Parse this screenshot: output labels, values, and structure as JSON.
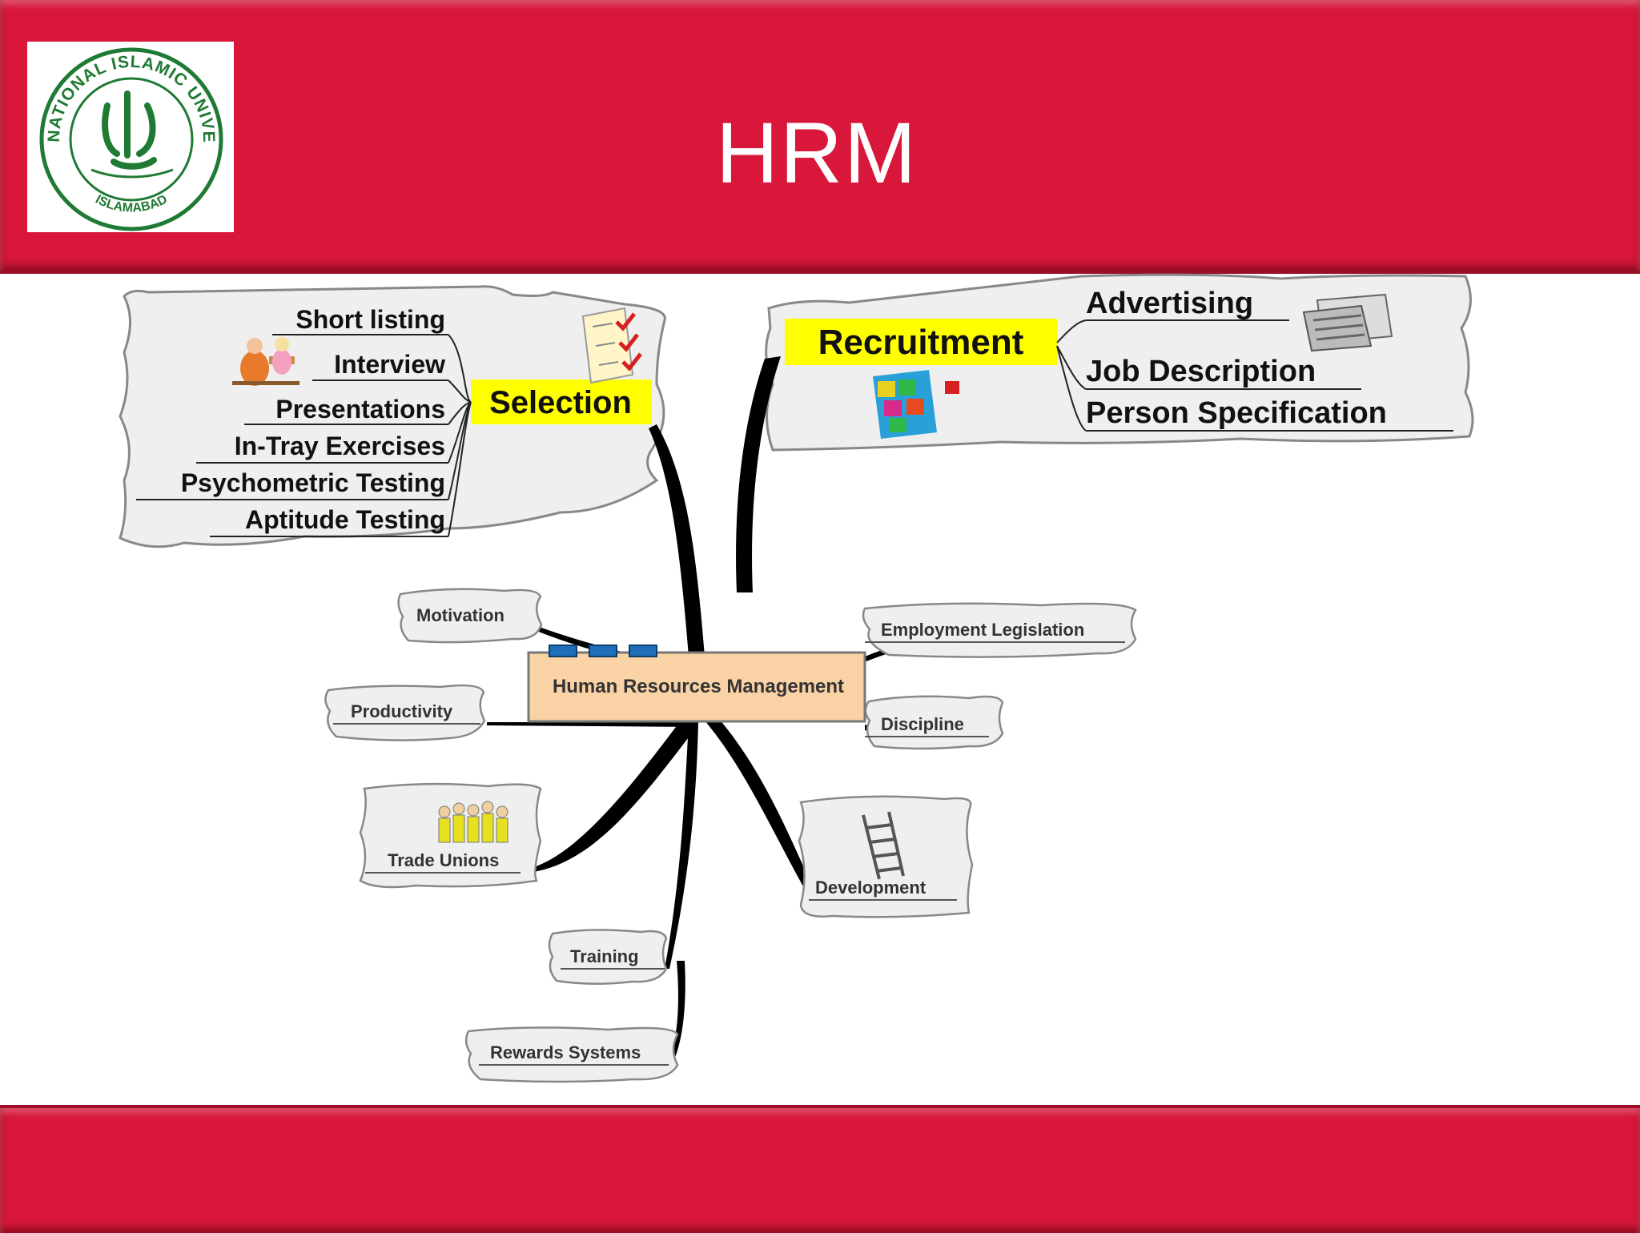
{
  "slide": {
    "title": "HRM",
    "logo": {
      "ring_text_top": "INTERNATIONAL ISLAMIC UNIVERSITY",
      "ring_text_bottom": "ISLAMABAD",
      "color": "#1f7a33"
    }
  },
  "colors": {
    "band": "#d8173a",
    "highlight": "#ffff00",
    "center_box": "#f9d3a6",
    "cloud": "#efefef"
  },
  "diagram": {
    "center": "Human Resources Management",
    "selection": {
      "label": "Selection",
      "items": [
        "Short listing",
        "Interview",
        "Presentations",
        "In-Tray Exercises",
        "Psychometric Testing",
        "Aptitude Testing"
      ]
    },
    "recruitment": {
      "label": "Recruitment",
      "items": [
        "Advertising",
        "Job Description",
        "Person Specification"
      ]
    },
    "branches": {
      "motivation": "Motivation",
      "productivity": "Productivity",
      "trade_unions": "Trade Unions",
      "training": "Training",
      "rewards": "Rewards Systems",
      "employment_legislation": "Employment Legislation",
      "discipline": "Discipline",
      "development": "Development"
    }
  }
}
